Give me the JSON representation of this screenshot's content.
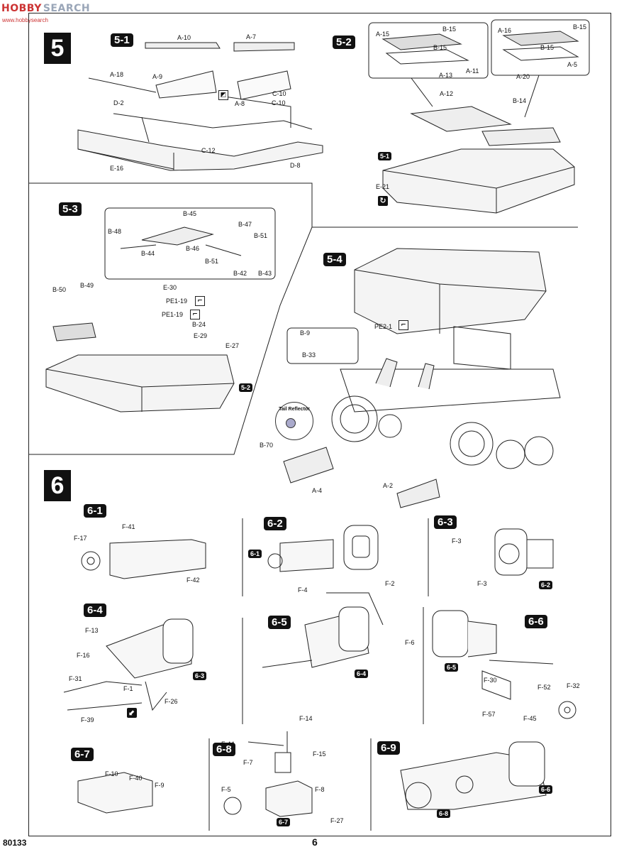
{
  "watermark": {
    "brand": "HOBBY",
    "brand2": "SEARCH",
    "site": "www.hobbysearch"
  },
  "sections": {
    "s5": "5",
    "s6": "6"
  },
  "steps": {
    "s5_1": "5-1",
    "s5_2": "5-2",
    "s5_3": "5-3",
    "s5_4": "5-4",
    "s6_1": "6-1",
    "s6_2": "6-2",
    "s6_3": "6-3",
    "s6_4": "6-4",
    "s6_5": "6-5",
    "s6_6": "6-6",
    "s6_7": "6-7",
    "s6_8": "6-8",
    "s6_9": "6-9"
  },
  "refs": {
    "r5_1": "5-1",
    "r5_2a": "5-2",
    "r6_1": "6-1",
    "r6_2": "6-2",
    "r6_3": "6-3",
    "r6_4": "6-4",
    "r6_5": "6-5",
    "r6_6": "6-6",
    "r6_7": "6-7",
    "r6_8": "6-8"
  },
  "parts": {
    "p5_1": [
      "A-10",
      "A-7",
      "A-18",
      "A-9",
      "D-2",
      "A-8",
      "C-10",
      "C-10",
      "C-12",
      "D-8",
      "E-16"
    ],
    "p5_2": [
      "A-15",
      "B-15",
      "B-15",
      "A-13",
      "A-16",
      "B-15",
      "B-15",
      "A-5",
      "A-11",
      "A-20",
      "A-12",
      "B-14",
      "E-21"
    ],
    "p5_3": [
      "B-45",
      "B-47",
      "B-48",
      "B-51",
      "B-46",
      "B-44",
      "B-51",
      "B-42",
      "B-43",
      "E-30",
      "B-50",
      "B-49",
      "PE1-19",
      "PE1-19",
      "B-24",
      "E-29",
      "E-27"
    ],
    "p5_4": [
      "B-9",
      "B-33",
      "PE2-1",
      "B-70",
      "A-4",
      "A-2"
    ],
    "p6_1": [
      "F-41",
      "F-17",
      "F-42"
    ],
    "p6_2": [
      "F-2"
    ],
    "p6_3": [
      "F-3",
      "F-3"
    ],
    "p6_4": [
      "F-13",
      "F-16",
      "F-31",
      "F-1",
      "F-26",
      "F-39"
    ],
    "p6_5": [
      "F-4",
      "F-6"
    ],
    "p6_6": [
      "F-30",
      "F-52",
      "F-32",
      "F-57",
      "F-45"
    ],
    "p6_7": [
      "F-10",
      "F-40",
      "F-9"
    ],
    "p6_8": [
      "F-14",
      "F-44",
      "F-15",
      "F-7",
      "F-5",
      "F-8",
      "F-27"
    ]
  },
  "tail_reflector": "Tail Reflector",
  "footer": {
    "code": "80133",
    "page": "6"
  }
}
